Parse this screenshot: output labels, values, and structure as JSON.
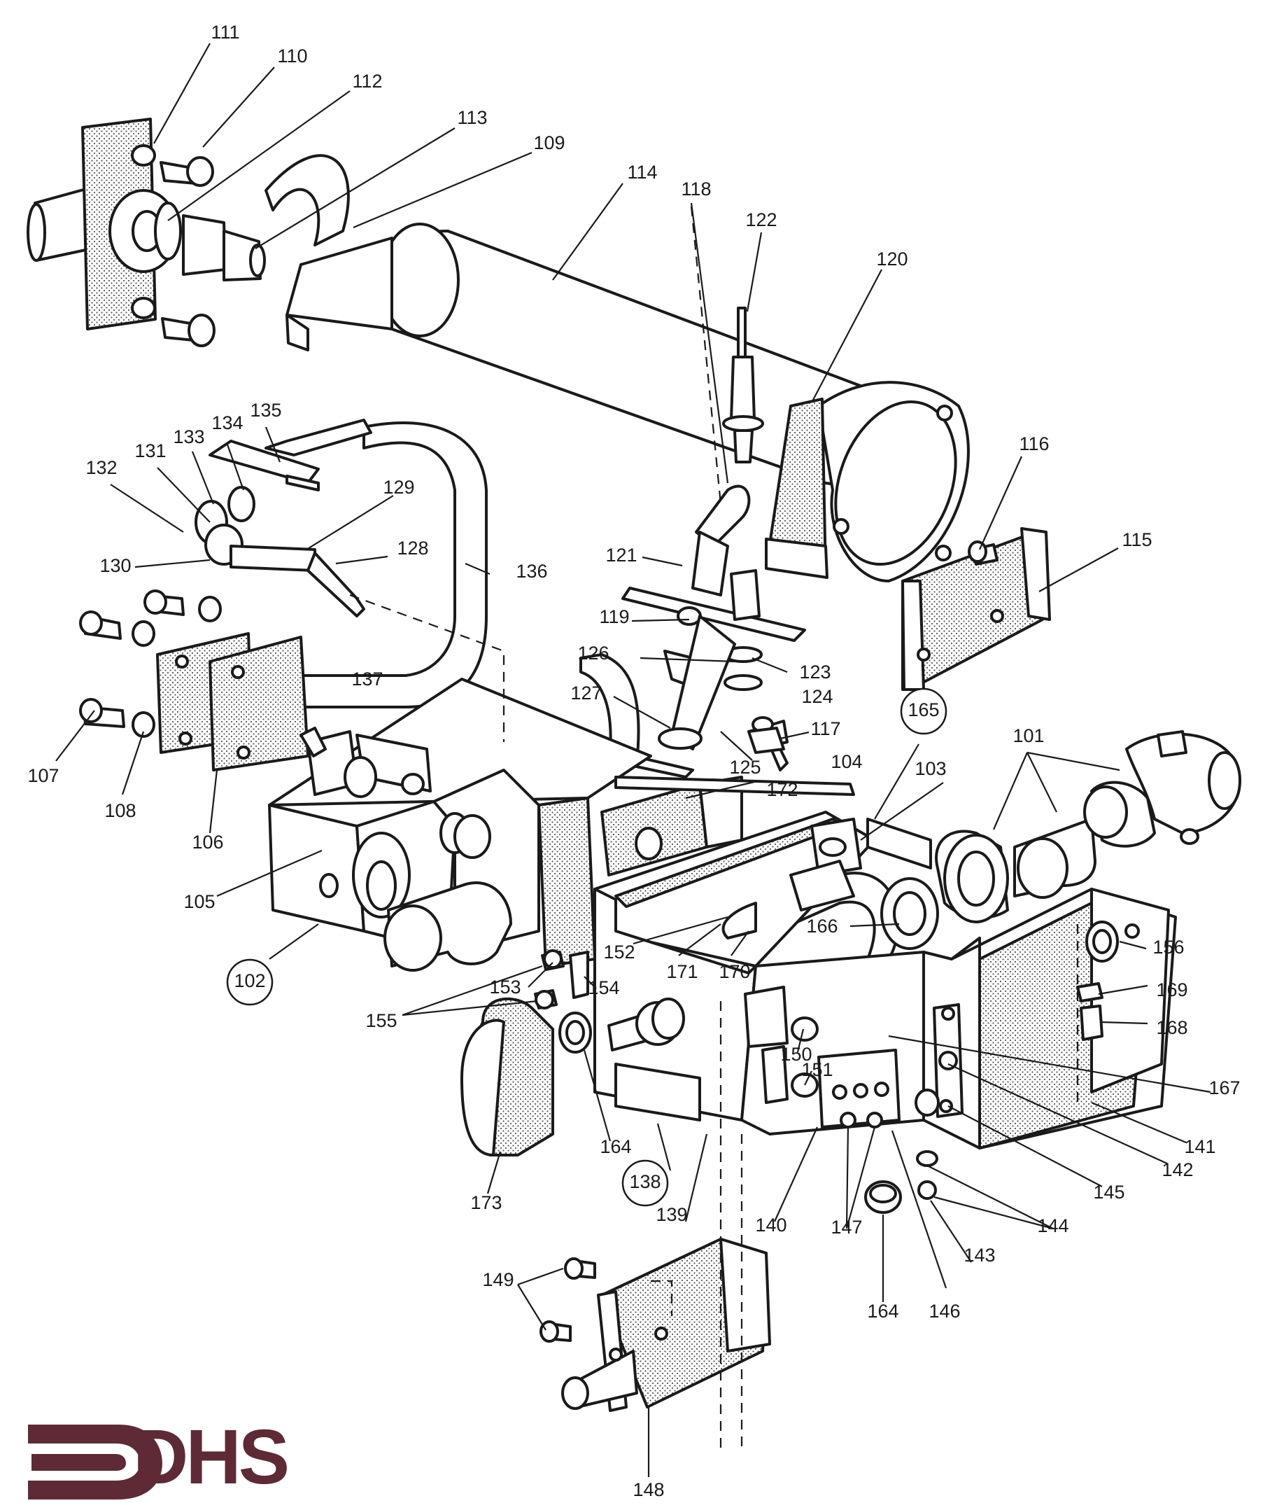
{
  "diagram": {
    "callouts": [
      {
        "id": "c111",
        "text": "111"
      },
      {
        "id": "c110",
        "text": "110"
      },
      {
        "id": "c112",
        "text": "112"
      },
      {
        "id": "c113",
        "text": "113"
      },
      {
        "id": "c109",
        "text": "109"
      },
      {
        "id": "c114",
        "text": "114"
      },
      {
        "id": "c118",
        "text": "118"
      },
      {
        "id": "c122",
        "text": "122"
      },
      {
        "id": "c120",
        "text": "120"
      },
      {
        "id": "c116",
        "text": "116"
      },
      {
        "id": "c115",
        "text": "115"
      },
      {
        "id": "c135",
        "text": "135"
      },
      {
        "id": "c134",
        "text": "134"
      },
      {
        "id": "c133",
        "text": "133"
      },
      {
        "id": "c131",
        "text": "131"
      },
      {
        "id": "c132",
        "text": "132"
      },
      {
        "id": "c129",
        "text": "129"
      },
      {
        "id": "c130",
        "text": "130"
      },
      {
        "id": "c128",
        "text": "128"
      },
      {
        "id": "c136",
        "text": "136"
      },
      {
        "id": "c121",
        "text": "121"
      },
      {
        "id": "c119",
        "text": "119"
      },
      {
        "id": "c126",
        "text": "126"
      },
      {
        "id": "c123",
        "text": "123"
      },
      {
        "id": "c124",
        "text": "124"
      },
      {
        "id": "c127",
        "text": "127"
      },
      {
        "id": "c137",
        "text": "137"
      },
      {
        "id": "c117",
        "text": "117"
      },
      {
        "id": "c165",
        "text": "165",
        "circled": true
      },
      {
        "id": "c101",
        "text": "101"
      },
      {
        "id": "c104",
        "text": "104"
      },
      {
        "id": "c103",
        "text": "103"
      },
      {
        "id": "c125",
        "text": "125"
      },
      {
        "id": "c172",
        "text": "172"
      },
      {
        "id": "c107",
        "text": "107"
      },
      {
        "id": "c108",
        "text": "108"
      },
      {
        "id": "c106",
        "text": "106"
      },
      {
        "id": "c105",
        "text": "105"
      },
      {
        "id": "c166",
        "text": "166"
      },
      {
        "id": "c152",
        "text": "152"
      },
      {
        "id": "c102",
        "text": "102",
        "circled": true
      },
      {
        "id": "c171",
        "text": "171"
      },
      {
        "id": "c170",
        "text": "170"
      },
      {
        "id": "c156",
        "text": "156"
      },
      {
        "id": "c153",
        "text": "153"
      },
      {
        "id": "c154",
        "text": "154"
      },
      {
        "id": "c169",
        "text": "169"
      },
      {
        "id": "c155",
        "text": "155"
      },
      {
        "id": "c168",
        "text": "168"
      },
      {
        "id": "c150",
        "text": "150"
      },
      {
        "id": "c151",
        "text": "151"
      },
      {
        "id": "c167",
        "text": "167"
      },
      {
        "id": "c141",
        "text": "141"
      },
      {
        "id": "c164a",
        "text": "164"
      },
      {
        "id": "c142",
        "text": "142"
      },
      {
        "id": "c145",
        "text": "145"
      },
      {
        "id": "c173",
        "text": "173"
      },
      {
        "id": "c138",
        "text": "138",
        "circled": true
      },
      {
        "id": "c139",
        "text": "139"
      },
      {
        "id": "c140",
        "text": "140"
      },
      {
        "id": "c147",
        "text": "147"
      },
      {
        "id": "c144",
        "text": "144"
      },
      {
        "id": "c143",
        "text": "143"
      },
      {
        "id": "c146",
        "text": "146"
      },
      {
        "id": "c164b",
        "text": "164"
      },
      {
        "id": "c149",
        "text": "149"
      },
      {
        "id": "c148",
        "text": "148"
      }
    ]
  },
  "logo": {
    "text": "DHS",
    "color": "#5e2a35"
  }
}
